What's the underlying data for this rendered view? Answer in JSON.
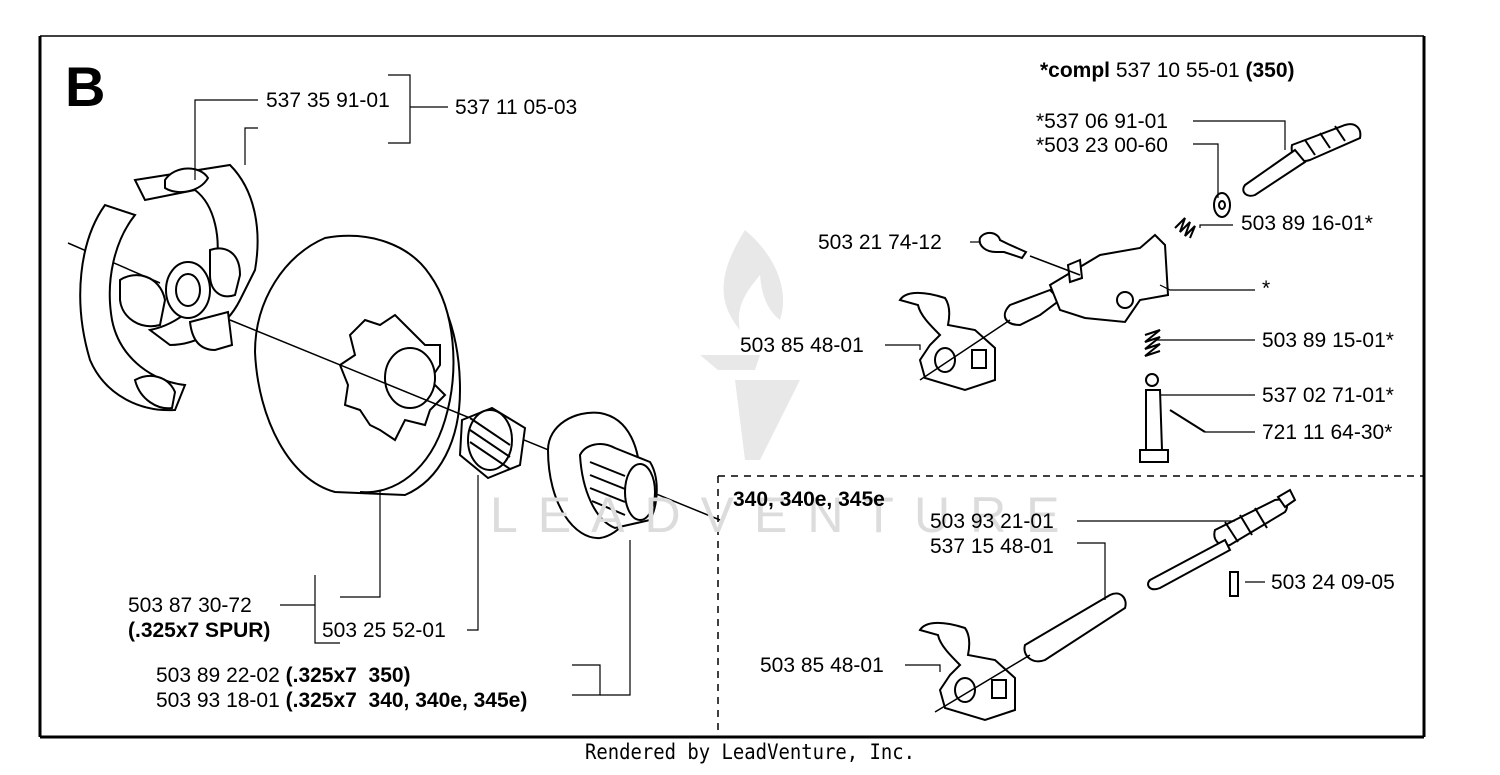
{
  "section_letter": "B",
  "left": {
    "shoe_part": "537 35 91-01",
    "clutch_assembly": "537 11 05-03",
    "drum_part": "503 87 30-72",
    "drum_spur": "(.325x7 SPUR)",
    "bearing_part": "503 25 52-01",
    "rim_350_part": "503 89 22-02",
    "rim_350_desc": "(.325x7  350)",
    "rim_340_part": "503 93 18-01",
    "rim_340_desc": "(.325x7  340, 340e, 345e)"
  },
  "right_top": {
    "compl_label": "*compl",
    "compl_part": "537 10 55-01",
    "compl_model": "(350)",
    "shaft_part": "*537 06 91-01",
    "washer_part": "*503 23 00-60",
    "spring_part": "503 89 16-01*",
    "screw_part": "503 21 74-12",
    "arm_mark": "*",
    "lever_part": "503 85 48-01",
    "spring2_part": "503 89 15-01*",
    "pin_part": "537 02 71-01*",
    "rollpin_part": "721 11 64-30*"
  },
  "right_bottom": {
    "models": "340, 340e, 345e",
    "shaft_part": "503 93 21-01",
    "sleeve_part": "537 15 48-01",
    "pin_part": "503 24 09-05",
    "lever_part": "503 85 48-01"
  },
  "watermark": "LEADVENTURE",
  "footer": "Rendered by LeadVenture, Inc."
}
